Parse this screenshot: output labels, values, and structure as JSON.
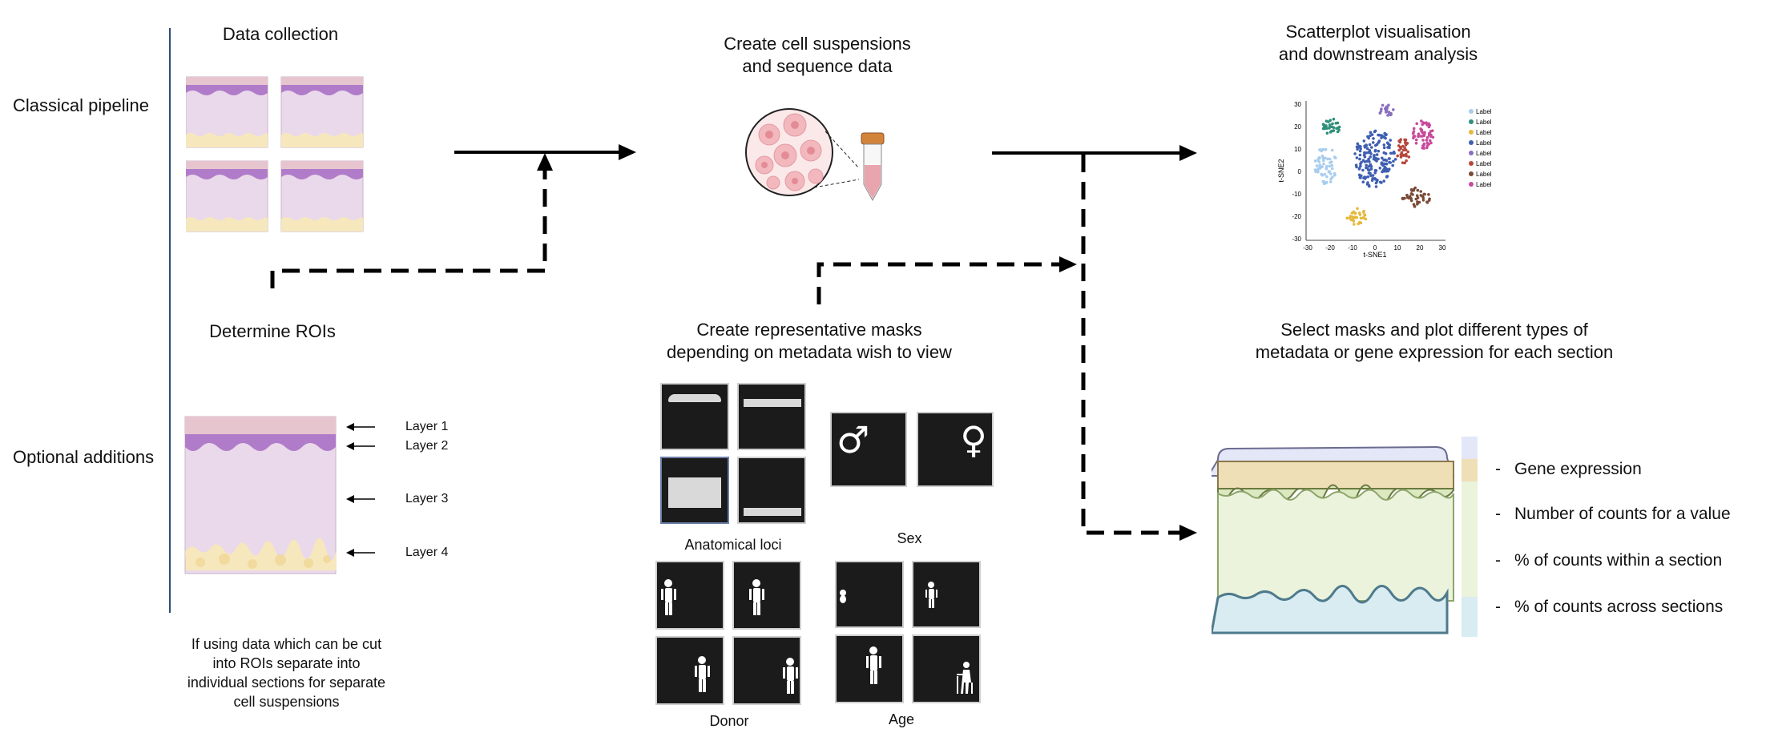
{
  "rows": {
    "classical": "Classical pipeline",
    "optional": "Optional additions"
  },
  "steps": {
    "data_collection": "Data collection",
    "cell_suspensions": [
      "Create cell suspensions",
      "and sequence data"
    ],
    "scatterplot": [
      "Scatterplot visualisation",
      "and downstream analysis"
    ],
    "determine_rois": "Determine ROIs",
    "masks": [
      "Create representative masks",
      "depending on metadata wish to view"
    ],
    "select_masks": [
      "Select masks and plot different types of",
      "metadata or gene expression for each section"
    ]
  },
  "layers": [
    "Layer 1",
    "Layer 2",
    "Layer 3",
    "Layer 4"
  ],
  "roi_note": [
    "If using data which can be  cut",
    "into ROIs separate into",
    "individual sections for separate",
    "cell suspensions"
  ],
  "mask_groups": {
    "anatomical": "Anatomical loci",
    "sex": "Sex",
    "donor": "Donor",
    "age": "Age"
  },
  "sex_symbols": [
    "♂",
    "♀"
  ],
  "tsne": {
    "xlabel": "t-SNE1",
    "ylabel": "t-SNE2",
    "xticks": [
      "-30",
      "-20",
      "-10",
      "0",
      "10",
      "20",
      "30"
    ],
    "yticks": [
      "30",
      "20",
      "10",
      "0",
      "-10",
      "-20",
      "-30"
    ],
    "legend": [
      "Label",
      "Label",
      "Label",
      "Label",
      "Label",
      "Label",
      "Label",
      "Label"
    ],
    "colors": [
      "#a8cdee",
      "#2f8f7a",
      "#e6b93c",
      "#3f5fb0",
      "#8a6fc0",
      "#b5483e",
      "#7a4a36",
      "#c84a9c"
    ]
  },
  "plot_options": [
    "Gene expression",
    "Number of counts for a value",
    "% of counts within a section",
    "% of counts across sections"
  ],
  "plot_dash": "-"
}
